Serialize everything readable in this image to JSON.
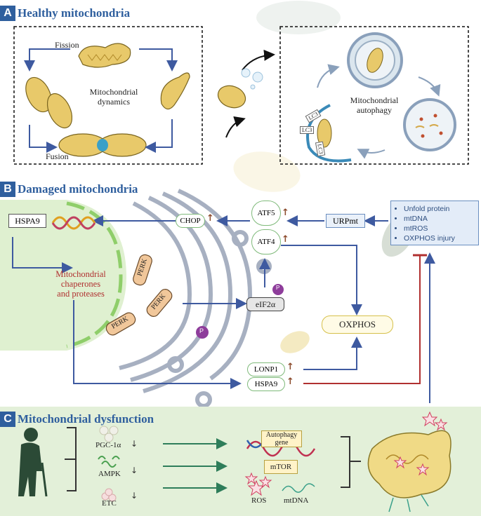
{
  "sections": {
    "a": {
      "letter": "A",
      "title": "Healthy mitochondria"
    },
    "b": {
      "letter": "B",
      "title": "Damaged mitochondria"
    },
    "c": {
      "letter": "C",
      "title": "Mitochondrial dysfunction"
    }
  },
  "panel_a": {
    "fission": "Fission",
    "fusion": "Fusion",
    "dynamics": [
      "Mitochondrial",
      "dynamics"
    ],
    "autophagy": [
      "Mitochondrial",
      "autophagy"
    ],
    "lc3": "LC3"
  },
  "panel_b": {
    "hspa9_gene": "HSPA9",
    "chaperones": [
      "Mitochondrial",
      "chaperones",
      "and proteases"
    ],
    "chop": "CHOP",
    "atf5": "ATF5",
    "atf4": "ATF4",
    "urpmt": "URPmt",
    "stress_items": [
      "Unfold protein",
      "mtDNA",
      "mtROS",
      "OXPHOS injury"
    ],
    "perk": "PERK",
    "eif2a": "eIF2α",
    "p": "P",
    "oxphos": "OXPHOS",
    "lonp1": "LONP1",
    "hspa9": "HSPA9"
  },
  "panel_c": {
    "pgc": "PGC-1α",
    "ampk": "AMPK",
    "etc": "ETC",
    "autophagy_gene": [
      "Autophagy",
      "gene"
    ],
    "mtor": "mTOR",
    "ros": "ROS",
    "mtdna": "mtDNA"
  },
  "colors": {
    "section_blue": "#2f5f9e",
    "arrow_blue": "#3e5aa0",
    "arrow_green": "#2e7d5a",
    "inhibit_red": "#b03030",
    "up_arrow": "#8b4a2b",
    "text_red": "#b03030",
    "panel_c_bg": "#e3f0d9",
    "nucleus_bg": "#dff0d0"
  }
}
